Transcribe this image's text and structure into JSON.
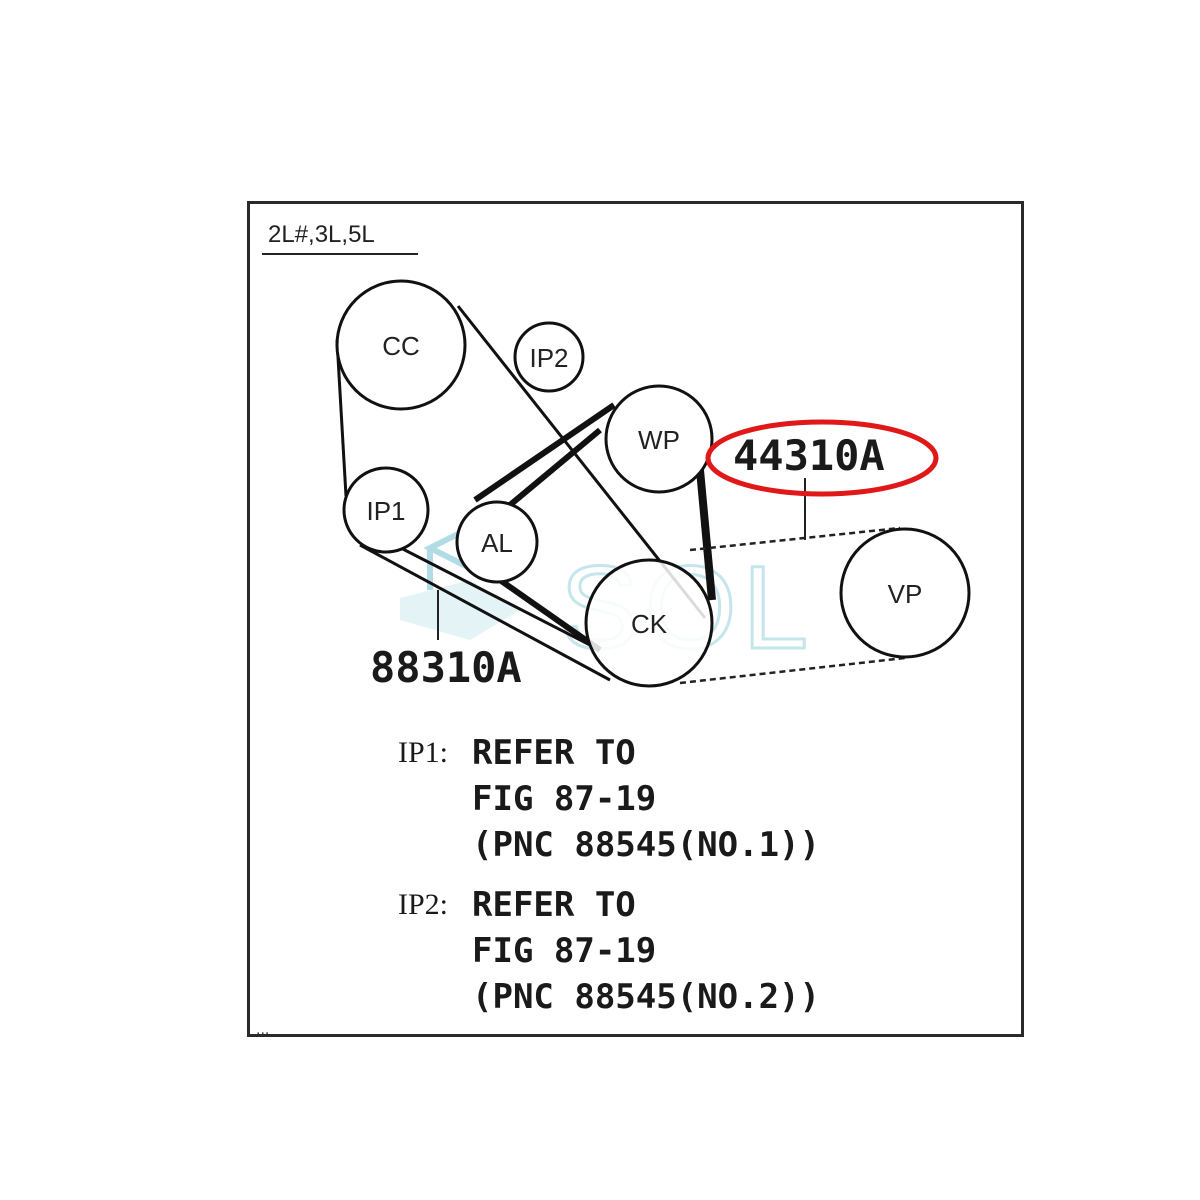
{
  "heading": "2L#,3L,5L",
  "pulleys": [
    {
      "id": "cc",
      "label": "CC"
    },
    {
      "id": "ip2",
      "label": "IP2"
    },
    {
      "id": "wp",
      "label": "WP"
    },
    {
      "id": "ip1",
      "label": "IP1"
    },
    {
      "id": "al",
      "label": "AL"
    },
    {
      "id": "ck",
      "label": "CK"
    },
    {
      "id": "vp",
      "label": "VP"
    }
  ],
  "part_numbers": {
    "highlighted": "44310A",
    "other": "88310A"
  },
  "highlight_color": "#e01818",
  "watermark": "SOL",
  "notes": [
    {
      "key": "IP1:",
      "lines": [
        "REFER TO",
        "FIG 87-19",
        "(PNC 88545(NO.1))"
      ]
    },
    {
      "key": "IP2:",
      "lines": [
        "REFER TO",
        "FIG 87-19",
        "(PNC 88545(NO.2))"
      ]
    }
  ],
  "footer_mark": "..."
}
